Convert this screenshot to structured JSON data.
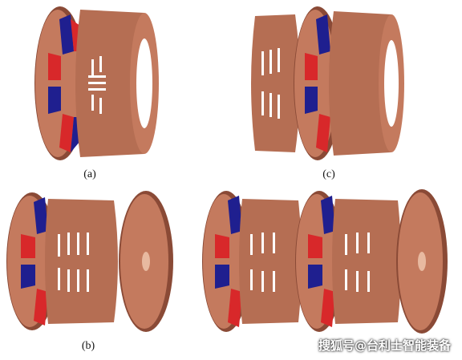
{
  "captions": {
    "a": "(a)",
    "b": "(b)",
    "c": "(c)"
  },
  "watermark": "搜狐号@台利士智能装备",
  "colors": {
    "copper": "#c47a5e",
    "copper_dark": "#8a4a36",
    "copper_light": "#d9977b",
    "magnet_red": "#d8282a",
    "magnet_blue": "#1f1f8f",
    "slot": "#ffffff"
  }
}
